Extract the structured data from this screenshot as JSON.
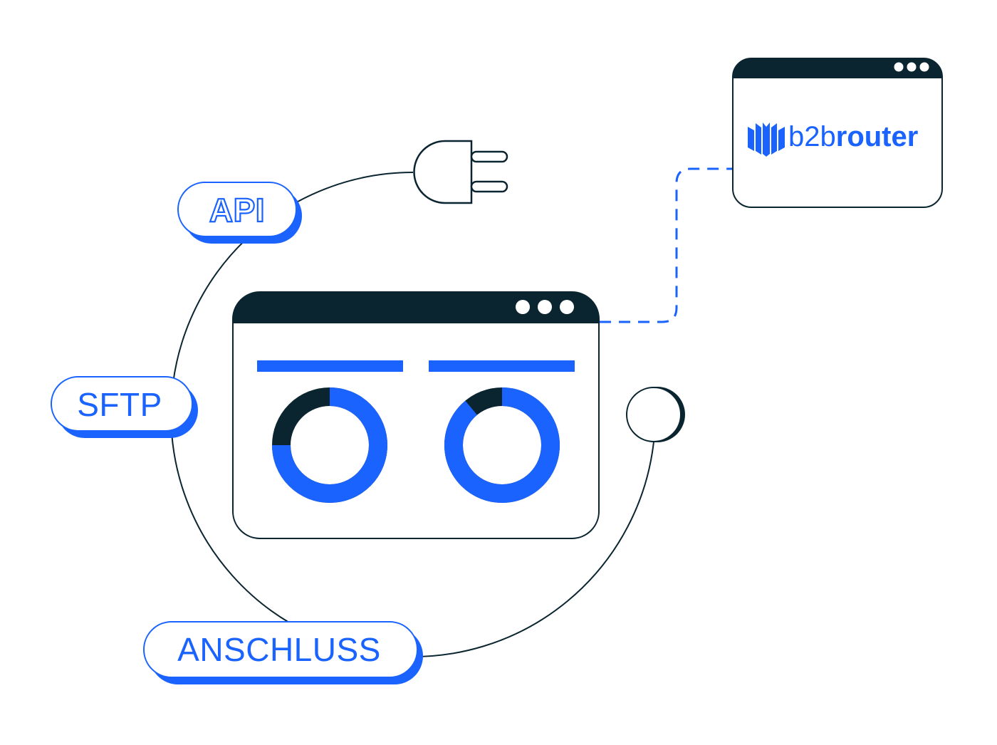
{
  "labels": {
    "api": "API",
    "sftp": "SFTP",
    "anschluss": "ANSCHLUSS"
  },
  "logo": {
    "prefix": "b2b",
    "name": "router",
    "icon": "b2brouter-logo-icon"
  },
  "donuts": [
    {
      "blue_fraction": 0.75
    },
    {
      "blue_fraction": 0.89
    }
  ],
  "colors": {
    "blue": "#1a63ff",
    "dark": "#0a2530",
    "white": "#ffffff"
  }
}
